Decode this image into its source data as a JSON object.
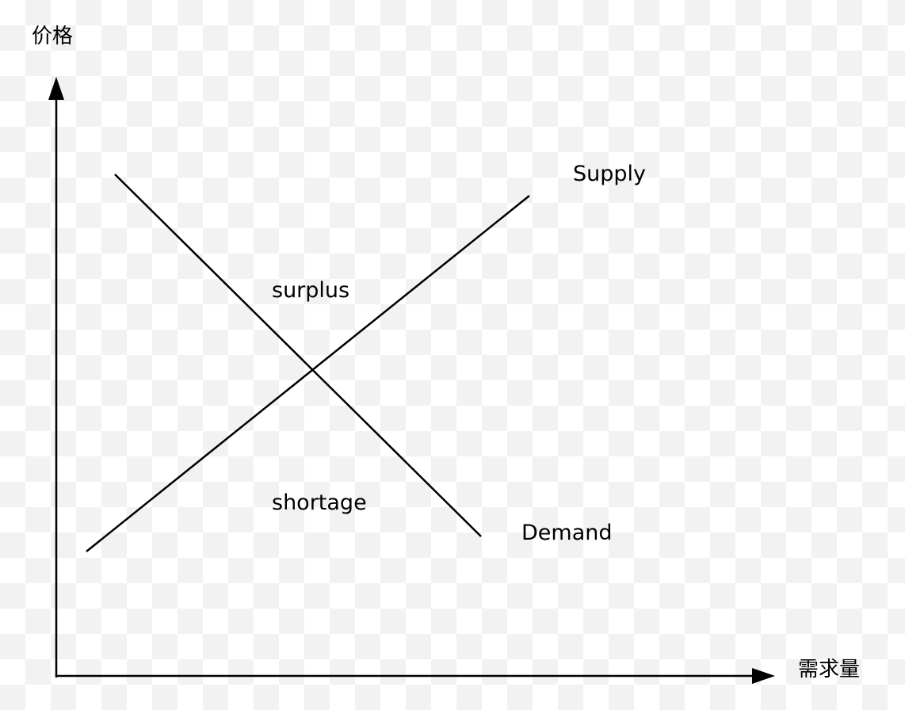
{
  "diagram": {
    "y_axis_label": "价格",
    "x_axis_label": "需求量",
    "supply_label": "Supply",
    "demand_label": "Demand",
    "surplus_label": "surplus",
    "shortage_label": "shortage"
  },
  "colors": {
    "line": "#000000",
    "background": "#ffffff",
    "checker": "#f2f2f2"
  }
}
